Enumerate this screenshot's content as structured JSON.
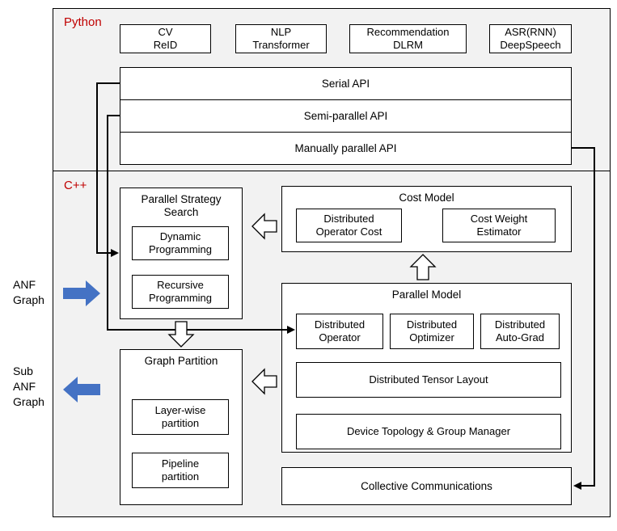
{
  "colors": {
    "section_label_red": "#c00000",
    "blue_arrow": "#4472c4",
    "section_bg": "#f2f2f2",
    "box_bg": "#ffffff",
    "border": "#000000"
  },
  "python": {
    "label": "Python",
    "apps": [
      {
        "line1": "CV",
        "line2": "ReID"
      },
      {
        "line1": "NLP",
        "line2": "Transformer"
      },
      {
        "line1": "Recommendation",
        "line2": "DLRM"
      },
      {
        "line1": "ASR(RNN)",
        "line2": "DeepSpeech"
      }
    ],
    "apis": [
      {
        "label": "Serial API"
      },
      {
        "label": "Semi-parallel API"
      },
      {
        "label": "Manually parallel API"
      }
    ]
  },
  "cpp": {
    "label": "C++",
    "strategy_search": {
      "title": "Parallel Strategy Search",
      "items": [
        {
          "line1": "Dynamic",
          "line2": "Programming"
        },
        {
          "line1": "Recursive",
          "line2": "Programming"
        }
      ]
    },
    "cost_model": {
      "title": "Cost Model",
      "items": [
        {
          "line1": "Distributed",
          "line2": "Operator Cost"
        },
        {
          "line1": "Cost Weight",
          "line2": "Estimator"
        }
      ]
    },
    "parallel_model": {
      "title": "Parallel Model",
      "items": [
        {
          "line1": "Distributed",
          "line2": "Operator"
        },
        {
          "line1": "Distributed",
          "line2": "Optimizer"
        },
        {
          "line1": "Distributed",
          "line2": "Auto-Grad"
        }
      ],
      "tensor_layout": "Distributed Tensor Layout",
      "device_topology": "Device Topology & Group Manager"
    },
    "graph_partition": {
      "title": "Graph Partition",
      "items": [
        {
          "line1": "Layer-wise",
          "line2": "partition"
        },
        {
          "line1": "Pipeline",
          "line2": "partition"
        }
      ]
    },
    "collective": {
      "label": "Collective Communications"
    }
  },
  "side_labels": {
    "anf_graph": {
      "line1": "ANF",
      "line2": "Graph"
    },
    "sub_anf_graph": {
      "line1": "Sub",
      "line2": "ANF",
      "line3": "Graph"
    }
  }
}
